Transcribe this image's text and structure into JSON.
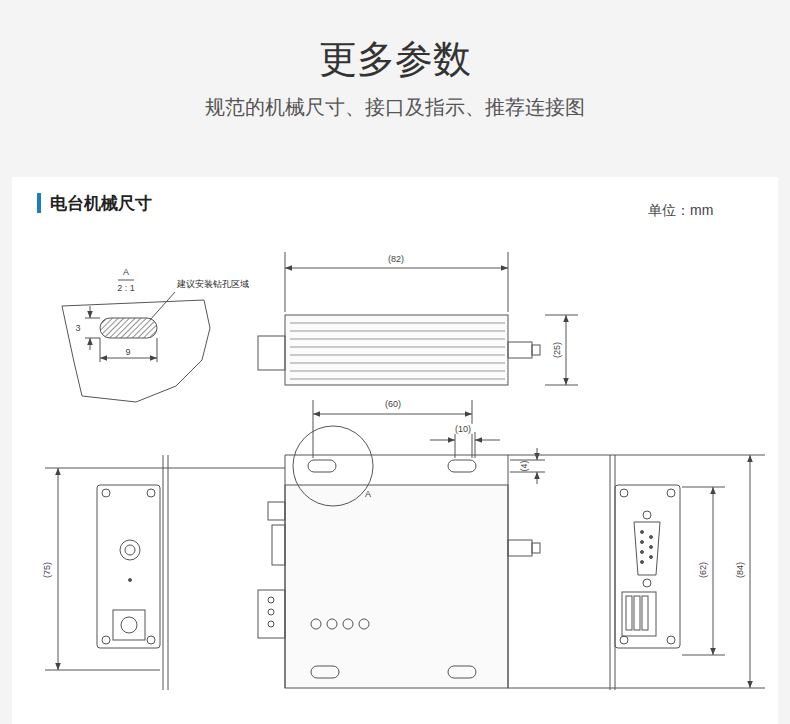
{
  "diagram": {
    "title": "更多参数",
    "labels": [
      "规范的机械尺寸、接口及指示、推荐连接图",
      "电台机械尺寸",
      "单位：mm",
      "A",
      "2 : 1",
      "建议安装钻孔区域",
      "3",
      "9",
      "(82)",
      "(25)",
      "(60)",
      "(10)",
      "(4)",
      "A",
      "(75)",
      "(62)",
      "(84)"
    ]
  }
}
